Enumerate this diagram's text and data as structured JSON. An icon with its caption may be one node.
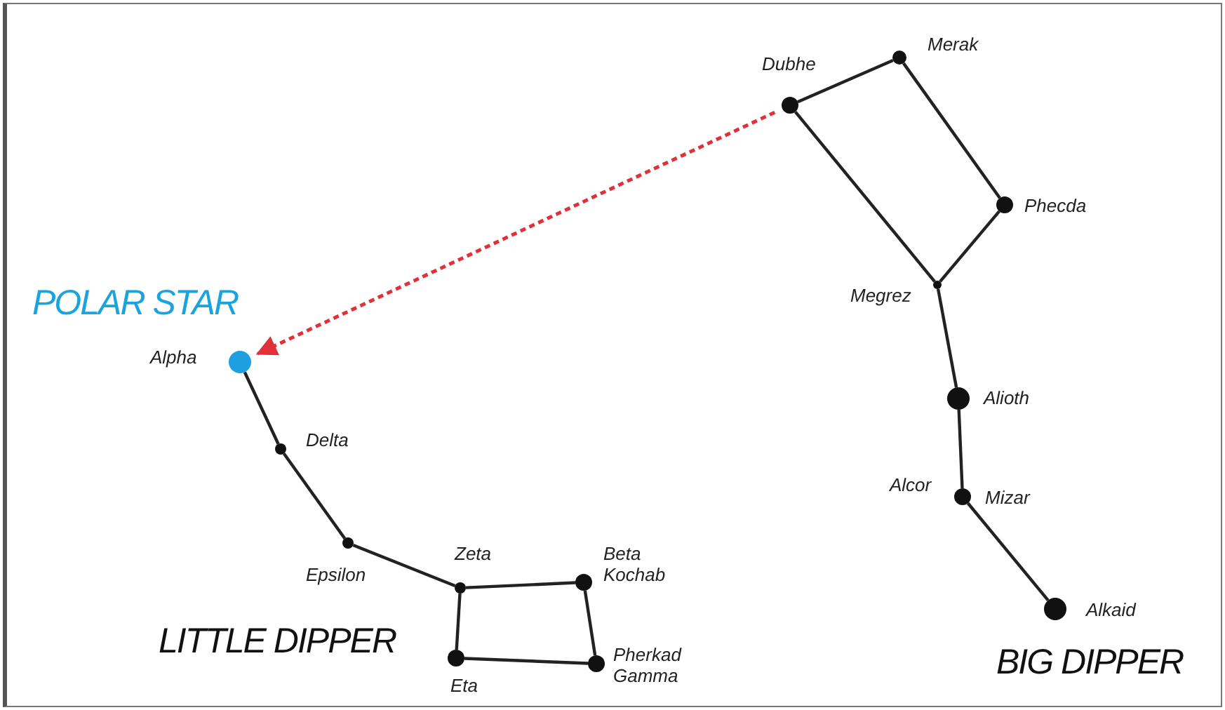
{
  "diagram": {
    "nodes": [
      {
        "text": [],
        "shape": "circle",
        "beside": [
          "Dubhe"
        ]
      },
      {
        "text": [],
        "shape": "circle",
        "beside": [
          "Merak"
        ]
      },
      {
        "text": [],
        "shape": "circle",
        "beside": [
          "Phecda"
        ]
      },
      {
        "text": [],
        "shape": "circle",
        "beside": [
          "Megrez"
        ]
      },
      {
        "text": [],
        "shape": "circle",
        "beside": [
          "Alioth"
        ]
      },
      {
        "text": [],
        "shape": "circle",
        "beside": [
          "Alcor",
          "Mizar"
        ]
      },
      {
        "text": [],
        "shape": "circle",
        "beside": [
          "Alkaid"
        ]
      },
      {
        "text": [],
        "shape": "circle",
        "beside": [
          "POLAR STAR",
          "Alpha"
        ]
      },
      {
        "text": [],
        "shape": "circle",
        "beside": [
          "Delta"
        ]
      },
      {
        "text": [],
        "shape": "circle",
        "beside": [
          "Epsilon"
        ]
      },
      {
        "text": [],
        "shape": "circle",
        "beside": [
          "Zeta"
        ]
      },
      {
        "text": [],
        "shape": "circle",
        "beside": [
          "Beta Kochab"
        ]
      },
      {
        "text": [],
        "shape": "circle",
        "beside": [
          "Eta"
        ]
      },
      {
        "text": [],
        "shape": "circle",
        "beside": [
          "Pherkad Gamma"
        ]
      }
    ],
    "edges": [
      {
        "from": 0,
        "to": 1,
        "arrow": "none"
      },
      {
        "from": 1,
        "to": 2,
        "arrow": "none"
      },
      {
        "from": 2,
        "to": 3,
        "arrow": "none"
      },
      {
        "from": 3,
        "to": 0,
        "arrow": "none"
      },
      {
        "from": 3,
        "to": 4,
        "arrow": "none"
      },
      {
        "from": 4,
        "to": 5,
        "arrow": "none"
      },
      {
        "from": 5,
        "to": 6,
        "arrow": "none"
      },
      {
        "from": 0,
        "to": 7,
        "arrow": "to",
        "style": "dashed",
        "color": "#e0303a"
      },
      {
        "from": 7,
        "to": 8,
        "arrow": "none"
      },
      {
        "from": 8,
        "to": 9,
        "arrow": "none"
      },
      {
        "from": 9,
        "to": 10,
        "arrow": "none"
      },
      {
        "from": 10,
        "to": 11,
        "arrow": "none"
      },
      {
        "from": 11,
        "to": 13,
        "arrow": "none"
      },
      {
        "from": 13,
        "to": 12,
        "arrow": "none"
      },
      {
        "from": 12,
        "to": 10,
        "arrow": "none"
      }
    ],
    "labels": [
      "LITTLE DIPPER",
      "BIG DIPPER"
    ]
  }
}
